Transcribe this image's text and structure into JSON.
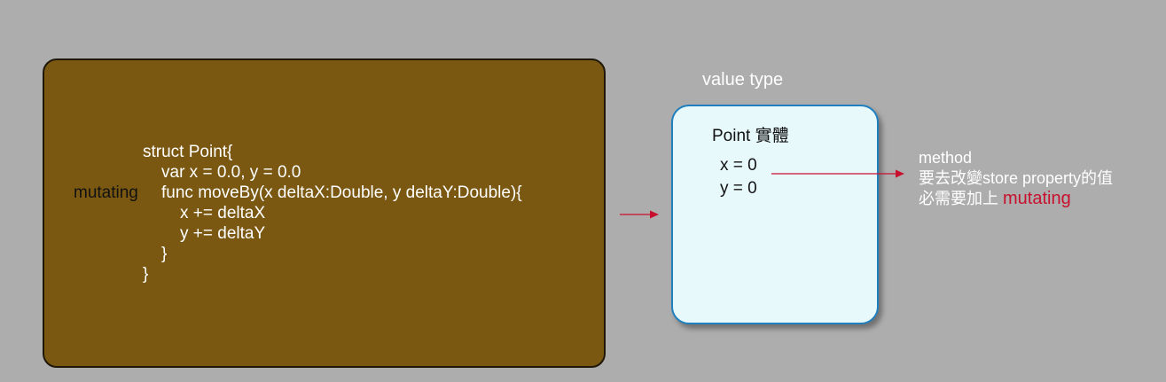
{
  "code": {
    "line1": "struct Point{",
    "line2": "var x = 0.0, y = 0.0",
    "mutating_keyword": "mutating",
    "line3": "func moveBy(x deltaX:Double, y deltaY:Double){",
    "line4": "x += deltaX",
    "line5": "y += deltaY",
    "line6": "}",
    "line7": "}"
  },
  "diagram": {
    "value_type_label": "value type",
    "instance_title": "Point 實體",
    "prop_x": "x = 0",
    "prop_y": "y = 0"
  },
  "note": {
    "line1": "method",
    "line2": "要去改變store property的值",
    "line3_prefix": "必需要加上",
    "line3_accent": "mutating"
  },
  "colors": {
    "background": "#adadad",
    "code_panel": "#7a5812",
    "instance_fill": "#e8f9fc",
    "instance_border": "#1f7fbf",
    "arrow": "#c8102e"
  }
}
